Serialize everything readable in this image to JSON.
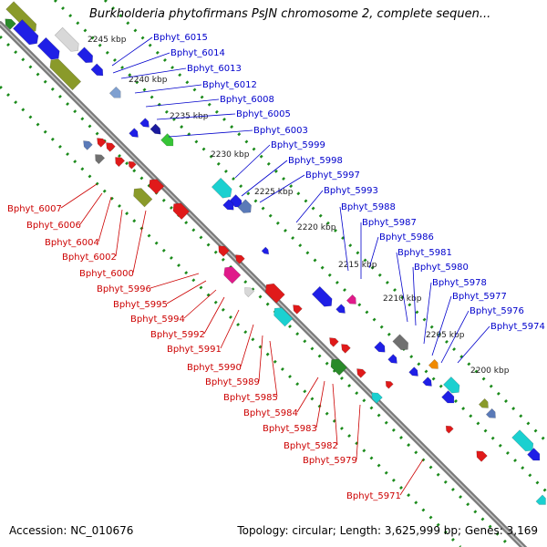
{
  "title": "Burkholderia phytofirmans PsJN chromosome 2, complete sequen...",
  "footer": {
    "accession": "Accession: NC_010676",
    "summary": "Topology: circular; Length: 3,625,999 bp; Genes: 3,169"
  },
  "colors": {
    "forward_label": "#0000cc",
    "reverse_label": "#cc0000",
    "backbone": "#7a7a7a",
    "tick": "#1a8a1a"
  },
  "scale_labels": [
    "2245 kbp",
    "2240 kbp",
    "2235 kbp",
    "2230 kbp",
    "2225 kbp",
    "2220 kbp",
    "2215 kbp",
    "2210 kbp",
    "2205 kbp",
    "2200 kbp"
  ],
  "forward_genes": [
    "Bphyt_6015",
    "Bphyt_6014",
    "Bphyt_6013",
    "Bphyt_6012",
    "Bphyt_6008",
    "Bphyt_6005",
    "Bphyt_6003",
    "Bphyt_5999",
    "Bphyt_5998",
    "Bphyt_5997",
    "Bphyt_5993",
    "Bphyt_5988",
    "Bphyt_5987",
    "Bphyt_5986",
    "Bphyt_5981",
    "Bphyt_5980",
    "Bphyt_5978",
    "Bphyt_5977",
    "Bphyt_5976",
    "Bphyt_5974"
  ],
  "reverse_genes": [
    "Bphyt_6007",
    "Bphyt_6006",
    "Bphyt_6004",
    "Bphyt_6002",
    "Bphyt_6000",
    "Bphyt_5996",
    "Bphyt_5995",
    "Bphyt_5994",
    "Bphyt_5992",
    "Bphyt_5991",
    "Bphyt_5990",
    "Bphyt_5989",
    "Bphyt_5985",
    "Bphyt_5984",
    "Bphyt_5983",
    "Bphyt_5982",
    "Bphyt_5979",
    "Bphyt_5971"
  ]
}
